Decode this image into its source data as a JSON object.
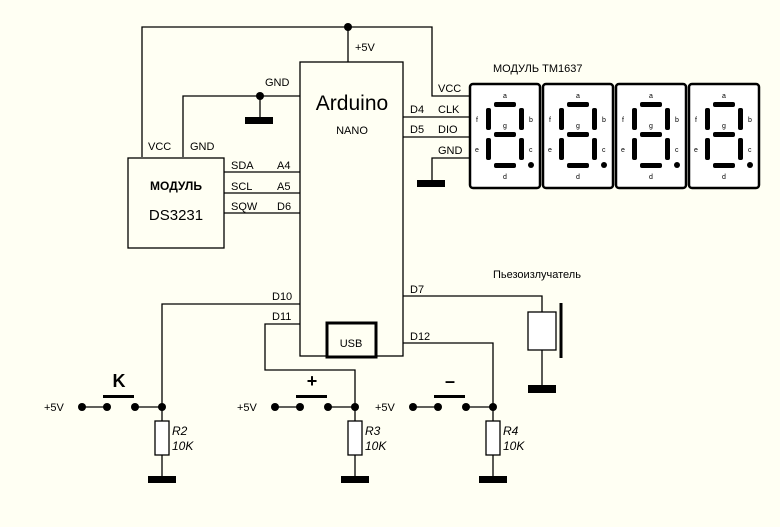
{
  "colors": {
    "background": "#fffff3",
    "ink": "#000000",
    "component_fill": "#ffffff"
  },
  "arduino": {
    "title": "Arduino",
    "subtitle": "NANO",
    "power_label": "+5V",
    "gnd_label": "GND",
    "usb_label": "USB"
  },
  "ds3231": {
    "line1": "МОДУЛЬ",
    "line2": "DS3231",
    "vcc_label": "VCC",
    "gnd_label": "GND",
    "pins": [
      {
        "module": "SDA",
        "arduino": "A4"
      },
      {
        "module": "SCL",
        "arduino": "A5"
      },
      {
        "module": "SQW",
        "arduino": "D6"
      }
    ]
  },
  "tm1637": {
    "title": "МОДУЛЬ TM1637",
    "pins": [
      {
        "arduino": "",
        "module": "VCC"
      },
      {
        "arduino": "D4",
        "module": "CLK"
      },
      {
        "arduino": "D5",
        "module": "DIO"
      },
      {
        "arduino": "",
        "module": "GND"
      }
    ],
    "digit_count": 4,
    "segment_labels": [
      "a",
      "b",
      "c",
      "d",
      "e",
      "f",
      "g"
    ]
  },
  "buzzer": {
    "label": "Пьезоизлучатель",
    "pin": "D7"
  },
  "buttons": [
    {
      "label": "K",
      "pin": "D10",
      "supply": "+5V",
      "resistor": "R2",
      "value": "10K"
    },
    {
      "label": "+",
      "pin": "D11",
      "supply": "+5V",
      "resistor": "R3",
      "value": "10K"
    },
    {
      "label": "-",
      "pin": "D12",
      "supply": "+5V",
      "resistor": "R4",
      "value": "10K"
    }
  ]
}
